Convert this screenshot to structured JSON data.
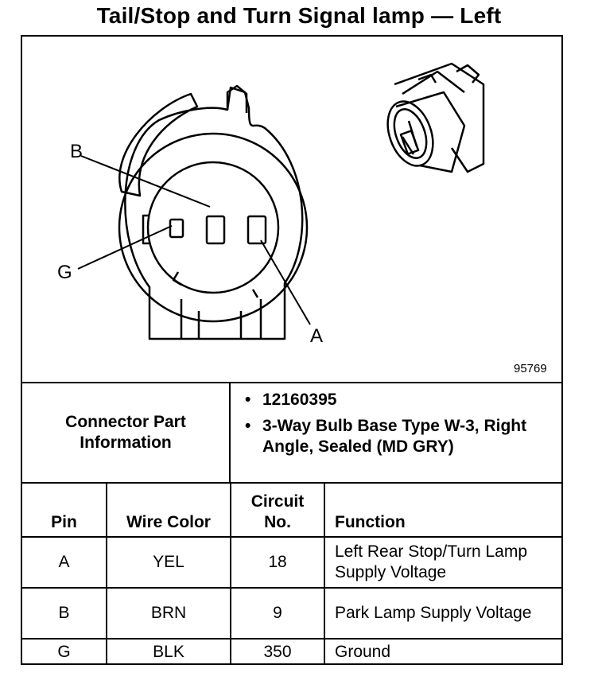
{
  "title": "Tail/Stop and Turn Signal lamp — Left",
  "diagram": {
    "callouts": {
      "b": "B",
      "g": "G",
      "a": "A"
    },
    "figure_number": "95769"
  },
  "connector_info": {
    "label": "Connector Part Information",
    "bullets": [
      "12160395",
      "3-Way Bulb Base Type W-3, Right Angle, Sealed (MD GRY)"
    ]
  },
  "table": {
    "headers": {
      "pin": "Pin",
      "wire_color": "Wire Color",
      "circuit": "Circuit No.",
      "function": "Function"
    },
    "rows": [
      {
        "pin": "A",
        "wire_color": "YEL",
        "circuit": "18",
        "function": "Left Rear Stop/Turn Lamp Supply Voltage"
      },
      {
        "pin": "B",
        "wire_color": "BRN",
        "circuit": "9",
        "function": "Park Lamp Supply Voltage"
      },
      {
        "pin": "G",
        "wire_color": "BLK",
        "circuit": "350",
        "function": "Ground"
      }
    ]
  }
}
